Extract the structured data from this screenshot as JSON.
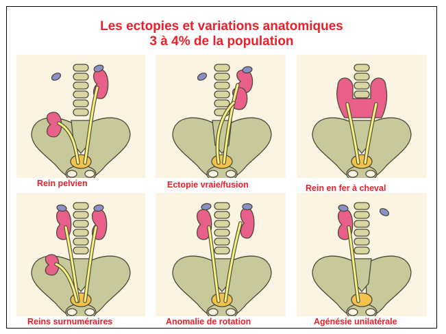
{
  "slide": {
    "title_line1": "Les ectopies et variations anatomiques",
    "title_line2": "3 à 4% de la population"
  },
  "colors": {
    "title": "#e8202a",
    "caption": "#e8202a",
    "background": "#fbf4e2",
    "pelvis": "#c8c99a",
    "kidney": "#e85f8a",
    "adrenal": "#8c8ec8",
    "ureter": "#f6ee7e",
    "bladder": "#f2c24a",
    "vertebra": "#d9d6a2"
  },
  "panels": [
    {
      "id": "rein-pelvien",
      "caption": "Rein pelvien"
    },
    {
      "id": "ectopie-vraie-fusion",
      "caption": "Ectopie vraie/fusion"
    },
    {
      "id": "rein-en-fer-a-cheval",
      "caption": "Rein en fer à cheval"
    },
    {
      "id": "reins-surnumeraires",
      "caption": "Reins surnuméraires"
    },
    {
      "id": "anomalie-de-rotation",
      "caption": "Anomalie de rotation"
    },
    {
      "id": "agenesie-unilaterale",
      "caption": "Agénésie unilatérale"
    }
  ]
}
